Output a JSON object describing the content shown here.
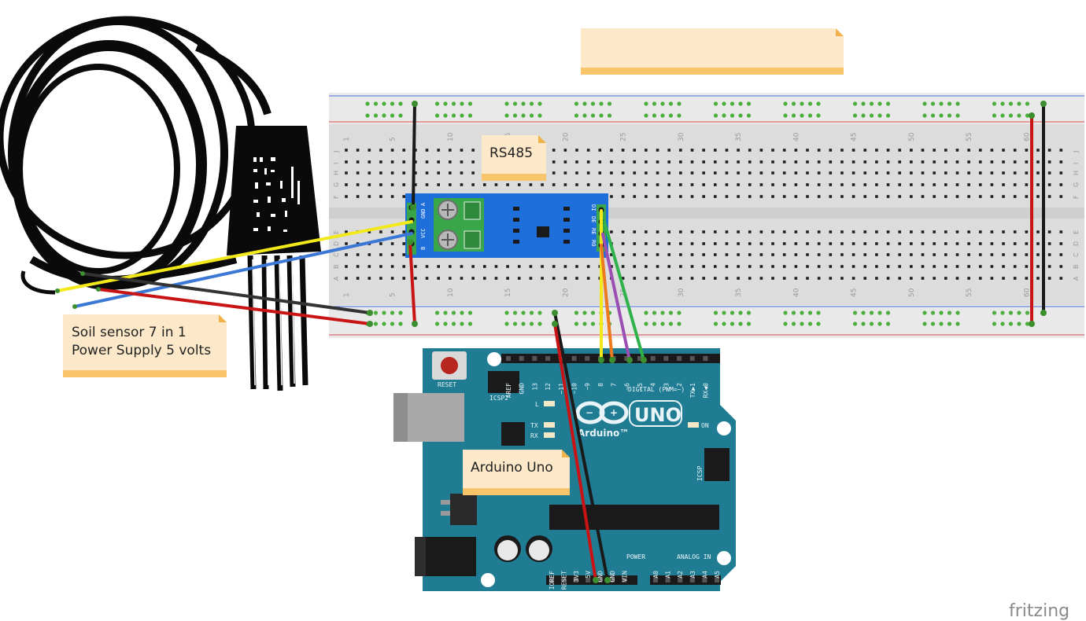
{
  "notes": {
    "rs485": "RS485",
    "sensor_line1": "Soil sensor 7 in 1",
    "sensor_line2": "Power Supply 5 volts",
    "arduino": "Arduino Uno"
  },
  "breadboard": {
    "column_labels": [
      "1",
      "5",
      "10",
      "15",
      "20",
      "25",
      "30",
      "35",
      "40",
      "45",
      "50",
      "55",
      "60"
    ],
    "row_labels_top": [
      "J",
      "I",
      "H",
      "G",
      "F"
    ],
    "row_labels_bottom": [
      "E",
      "D",
      "C",
      "B",
      "A"
    ]
  },
  "rs485_module": {
    "terminal_pins": [
      "GND",
      "A",
      "B",
      "VCC"
    ],
    "logic_pins": [
      "DI",
      "DE",
      "RE",
      "RO"
    ]
  },
  "arduino": {
    "logo": "UNO",
    "brand": "Arduino™",
    "reset_label": "RESET",
    "icsp2_label": "ICSP2",
    "icsp_label": "ICSP",
    "digital_label": "DIGITAL (PWM=~)",
    "power_label": "POWER",
    "analog_label": "ANALOG IN",
    "led_l": "L",
    "led_tx": "TX",
    "led_rx": "RX",
    "led_on": "ON",
    "digital_pins": [
      "AREF",
      "GND",
      "13",
      "12",
      "~11",
      "~10",
      "~9",
      "8",
      "7",
      "~6",
      "~5",
      "4",
      "~3",
      "2",
      "TX▶1",
      "RX◀0"
    ],
    "power_pins": [
      "IOREF",
      "RESET",
      "3V3",
      "5V",
      "GND",
      "GND",
      "VIN"
    ],
    "analog_pins": [
      "A0",
      "A1",
      "A2",
      "A3",
      "A4",
      "A5"
    ]
  },
  "watermark": "fritzing",
  "colors": {
    "note_fill": "#fde9c9",
    "note_band": "#f9c56a",
    "pcb": "#1f7c93",
    "module": "#1e6fd9",
    "terminal": "#3aa64a",
    "wire_black": "#1a1a1a",
    "wire_red": "#c81414",
    "wire_yellow": "#f2e91b",
    "wire_blue": "#3b78d6",
    "wire_orange": "#ee7a1f",
    "wire_purple": "#9b4fb3",
    "wire_green": "#2fb24a"
  }
}
